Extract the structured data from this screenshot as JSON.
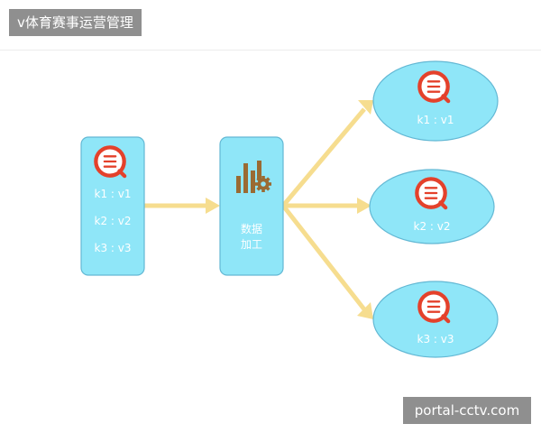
{
  "header": {
    "title": "v体育赛事运营管理"
  },
  "diagram": {
    "source": {
      "entries": [
        "k1 : v1",
        "k2 : v2",
        "k3 : v3"
      ]
    },
    "processor": {
      "line1": "数据",
      "line2": "加工"
    },
    "outputs": [
      {
        "label": "k1 : v1"
      },
      {
        "label": "k2 : v2"
      },
      {
        "label": "k3 : v3"
      }
    ]
  },
  "watermark": {
    "text": "portal-cctv.com"
  },
  "colors": {
    "box_fill": "#8fe6f8",
    "box_stroke": "#63b8d4",
    "arrow": "#f6dd8f",
    "icon_red": "#e4412b",
    "chart_brown": "#9a6a33",
    "label_bg": "#8f8f8f"
  },
  "icons": {
    "data_icon": "search-list-icon",
    "processor_icon": "bar-chart-gear-icon"
  }
}
